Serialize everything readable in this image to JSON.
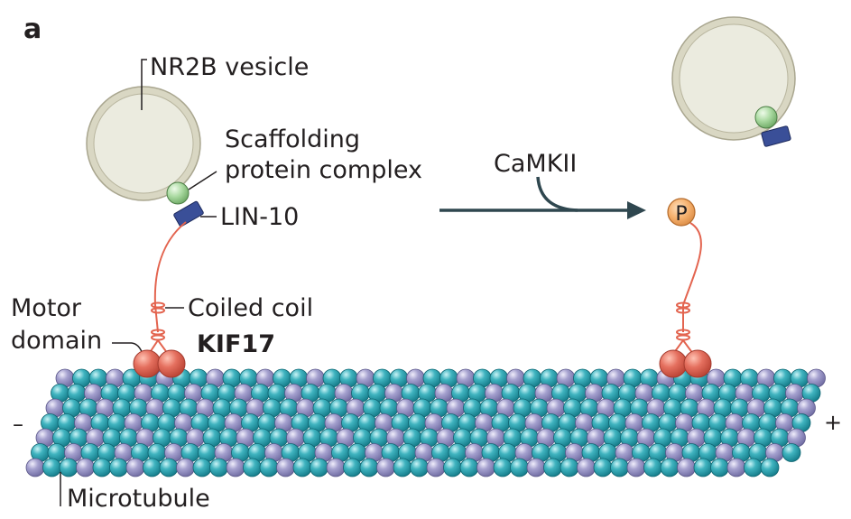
{
  "panel_label": "a",
  "labels": {
    "vesicle": "NR2B vesicle",
    "scaffold_line1": "Scaffolding",
    "scaffold_line2": "protein complex",
    "lin10": "LIN-10",
    "coiled_coil": "Coiled coil",
    "motor_line1": "Motor",
    "motor_line2": "domain",
    "kif17": "KIF17",
    "camkii": "CaMKII",
    "phospho": "P",
    "microtubule": "Microtubule",
    "minus_end": "–",
    "plus_end": "+"
  },
  "colors": {
    "vesicle_fill": "#ebebdf",
    "vesicle_ring": "#d9d7c3",
    "vesicle_edge": "#a9a68f",
    "scaffold": "#a9d9a0",
    "lin10": "#3a4f98",
    "kif17": "#e3644f",
    "motor": "#e5705f",
    "phospho": "#f6b16e",
    "arrow": "#2f474f",
    "tubulin_alpha": "#3fb3bf",
    "tubulin_beta": "#a5a1cf"
  }
}
